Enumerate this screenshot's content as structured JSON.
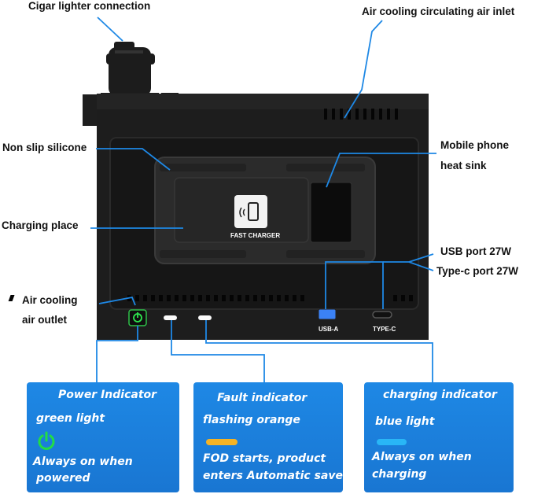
{
  "callouts": {
    "cigar": "Cigar lighter connection",
    "air_inlet": "Air cooling circulating air inlet",
    "non_slip": "Non slip silicone",
    "heat_sink_1": "Mobile phone",
    "heat_sink_2": "heat sink",
    "charging_place": "Charging place",
    "usb_a_port": "USB port 27W",
    "type_c_port": "Type-c port 27W",
    "outlet_1": "Air cooling",
    "outlet_2": "air outlet"
  },
  "device": {
    "fast_charger": "FAST CHARGER",
    "usb_a": "USB-A",
    "type_c": "TYPE-C"
  },
  "cards": [
    {
      "title": "Power Indicator",
      "color_text": "green light",
      "desc_1": "Always on when",
      "desc_2": "powered"
    },
    {
      "title": "Fault indicator",
      "color_text": "flashing orange",
      "desc_1": "FOD starts, product",
      "desc_2": "enters Automatic saver"
    },
    {
      "title": "charging indicator",
      "color_text": "blue light",
      "desc_1": "Always on when",
      "desc_2": "charging"
    }
  ],
  "colors": {
    "line": "#1e88e5",
    "card": "#1e88e5",
    "power_green": "#22dd44",
    "fault_orange": "#f5b324",
    "charging_blue": "#29b6f6"
  }
}
